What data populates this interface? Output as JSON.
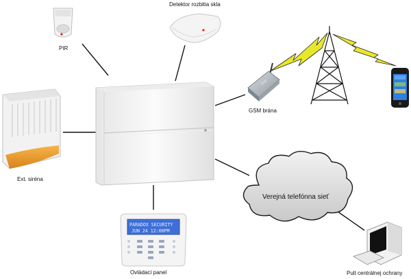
{
  "labels": {
    "pir": "PIR",
    "glass_detector": "Detektor rozbitia skla",
    "gsm_gateway": "GSM brána",
    "ext_siren": "Ext. siréna",
    "control_panel": "Ovládací panel",
    "phone_network": "Verejná telefónna sieť",
    "monitoring_center": "Pult centrálnej ochrany"
  },
  "keypad": {
    "line1": "PARADOX SECURITY",
    "line2": "JUN 24 12:00PM"
  },
  "colors": {
    "lightning": "#e8e82a",
    "siren_amber": "#f2a324",
    "keypad_lcd": "#3f6fd6",
    "panel_body": "#f4f4f4"
  }
}
